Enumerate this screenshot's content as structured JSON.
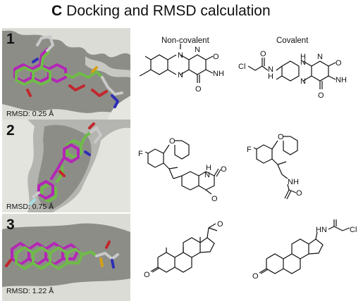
{
  "figure": {
    "panel_letter": "C",
    "title": "Docking and RMSD calculation",
    "column_headers": {
      "noncovalent": "Non-covalent",
      "covalent": "Covalent"
    }
  },
  "rows": [
    {
      "number": "1",
      "rmsd": "RMSD: 0.25 Å"
    },
    {
      "number": "2",
      "rmsd": "RMSD: 0.75 Å"
    },
    {
      "number": "3",
      "rmsd": "RMSD: 1.22 Å"
    }
  ],
  "atoms": {
    "N": "N",
    "NH": "NH",
    "HN": "HN",
    "H": "H",
    "O": "O",
    "F": "F",
    "Cl": "Cl"
  },
  "colors": {
    "pocket_gray": "#8d8d88",
    "surface_light": "#e2e2dc",
    "ligand_green": "#6fbb49",
    "ligand_magenta": "#b327b5",
    "ligand_gray": "#c9c9c9",
    "heteroatom_red": "#c1272d",
    "heteroatom_blue": "#2e2eb8"
  }
}
